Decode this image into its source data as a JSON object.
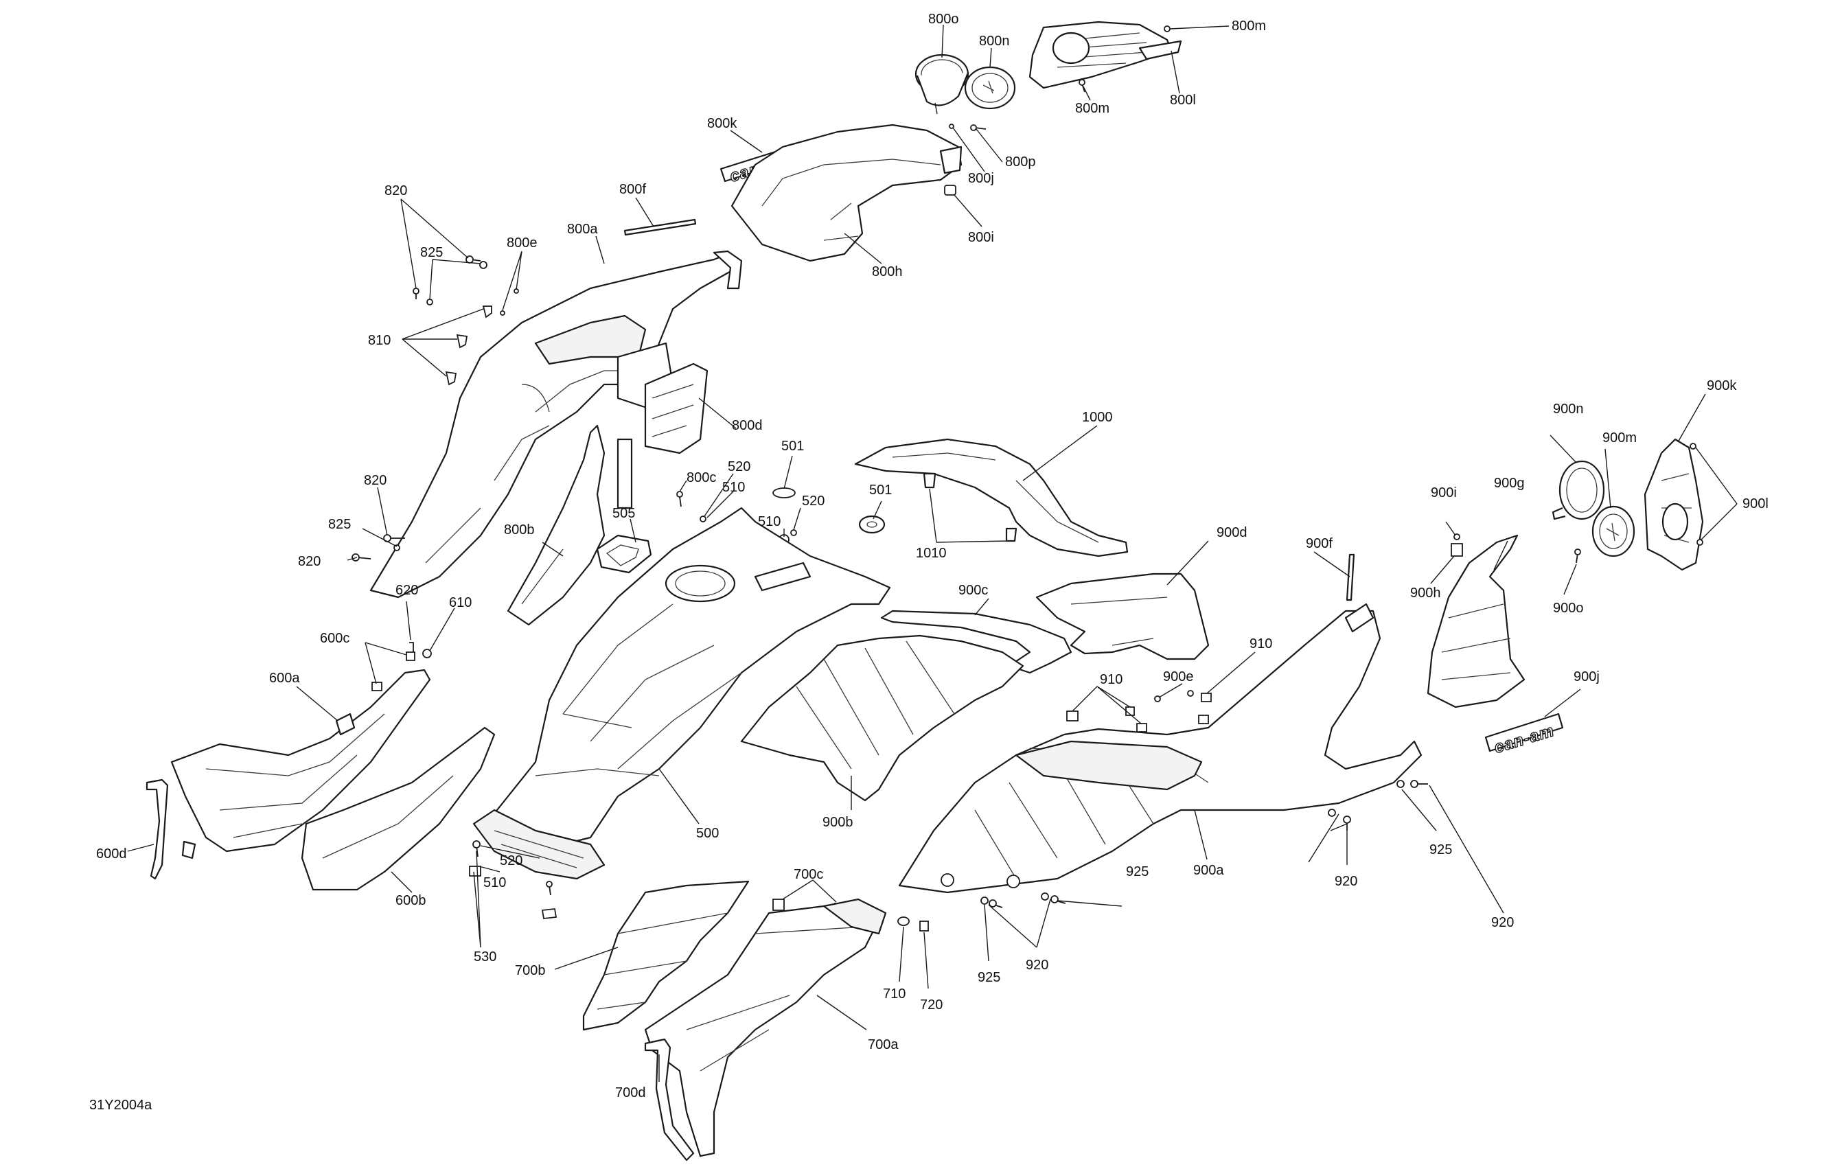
{
  "figure_ref": "31Y2004a",
  "brand_badges": [
    "can-am",
    "can-am"
  ],
  "labels": [
    {
      "id": "l800o",
      "text": "800o"
    },
    {
      "id": "l800n",
      "text": "800n"
    },
    {
      "id": "l800m_top",
      "text": "800m"
    },
    {
      "id": "l800m",
      "text": "800m"
    },
    {
      "id": "l800l",
      "text": "800l"
    },
    {
      "id": "l800k",
      "text": "800k"
    },
    {
      "id": "l800p",
      "text": "800p"
    },
    {
      "id": "l800j",
      "text": "800j"
    },
    {
      "id": "l800i",
      "text": "800i"
    },
    {
      "id": "l800h",
      "text": "800h"
    },
    {
      "id": "l800f",
      "text": "800f"
    },
    {
      "id": "l820a",
      "text": "820"
    },
    {
      "id": "l825a",
      "text": "825"
    },
    {
      "id": "l800e",
      "text": "800e"
    },
    {
      "id": "l800a",
      "text": "800a"
    },
    {
      "id": "l810",
      "text": "810"
    },
    {
      "id": "l800d",
      "text": "800d"
    },
    {
      "id": "l820b",
      "text": "820"
    },
    {
      "id": "l825b",
      "text": "825"
    },
    {
      "id": "l820c",
      "text": "820"
    },
    {
      "id": "l800b",
      "text": "800b"
    },
    {
      "id": "l800c",
      "text": "800c"
    },
    {
      "id": "l520a",
      "text": "520"
    },
    {
      "id": "l510a",
      "text": "510"
    },
    {
      "id": "l505",
      "text": "505"
    },
    {
      "id": "l501a",
      "text": "501"
    },
    {
      "id": "l510b",
      "text": "510"
    },
    {
      "id": "l520b",
      "text": "520"
    },
    {
      "id": "l501b",
      "text": "501"
    },
    {
      "id": "l1000",
      "text": "1000"
    },
    {
      "id": "l1010",
      "text": "1010"
    },
    {
      "id": "l620",
      "text": "620"
    },
    {
      "id": "l610",
      "text": "610"
    },
    {
      "id": "l600c",
      "text": "600c"
    },
    {
      "id": "l600a",
      "text": "600a"
    },
    {
      "id": "l600d",
      "text": "600d"
    },
    {
      "id": "l600b",
      "text": "600b"
    },
    {
      "id": "l500",
      "text": "500"
    },
    {
      "id": "l520c",
      "text": "520"
    },
    {
      "id": "l510c",
      "text": "510"
    },
    {
      "id": "l530",
      "text": "530"
    },
    {
      "id": "l900c",
      "text": "900c"
    },
    {
      "id": "l900d",
      "text": "900d"
    },
    {
      "id": "l900f",
      "text": "900f"
    },
    {
      "id": "l900b",
      "text": "900b"
    },
    {
      "id": "l910a",
      "text": "910"
    },
    {
      "id": "l910b",
      "text": "910"
    },
    {
      "id": "l900e",
      "text": "900e"
    },
    {
      "id": "l900a",
      "text": "900a"
    },
    {
      "id": "l925a",
      "text": "925"
    },
    {
      "id": "l920a",
      "text": "920"
    },
    {
      "id": "l925b",
      "text": "925"
    },
    {
      "id": "l920b",
      "text": "920"
    },
    {
      "id": "l925c",
      "text": "925"
    },
    {
      "id": "l920c",
      "text": "920"
    },
    {
      "id": "l900n",
      "text": "900n"
    },
    {
      "id": "l900m",
      "text": "900m"
    },
    {
      "id": "l900k",
      "text": "900k"
    },
    {
      "id": "l900i",
      "text": "900i"
    },
    {
      "id": "l900g",
      "text": "900g"
    },
    {
      "id": "l900l",
      "text": "900l"
    },
    {
      "id": "l900h",
      "text": "900h"
    },
    {
      "id": "l900o",
      "text": "900o"
    },
    {
      "id": "l900j",
      "text": "900j"
    },
    {
      "id": "l700c",
      "text": "700c"
    },
    {
      "id": "l700b",
      "text": "700b"
    },
    {
      "id": "l710",
      "text": "710"
    },
    {
      "id": "l720",
      "text": "720"
    },
    {
      "id": "l700a",
      "text": "700a"
    },
    {
      "id": "l700d",
      "text": "700d"
    }
  ]
}
